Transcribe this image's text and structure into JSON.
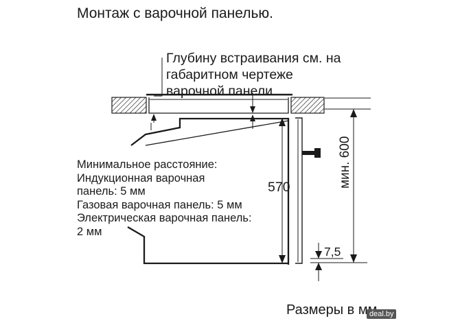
{
  "title": "Монтаж с варочной панелью.",
  "depth_note": [
    "Глубину встраивания см. на",
    "габаритном чертеже",
    "варочной панели"
  ],
  "minimal_distance": [
    "Минимальное расстояние:",
    "Индукционная варочная",
    "панель: 5 мм",
    "Газовая варочная панель: 5 мм",
    "Электрическая варочная панель:",
    "2 мм"
  ],
  "dimensions": {
    "height_570": "570",
    "min_600": "мин. 600",
    "gap_7_5": "7,5"
  },
  "units_note": "Размеры в мм",
  "watermark": "deal.by"
}
